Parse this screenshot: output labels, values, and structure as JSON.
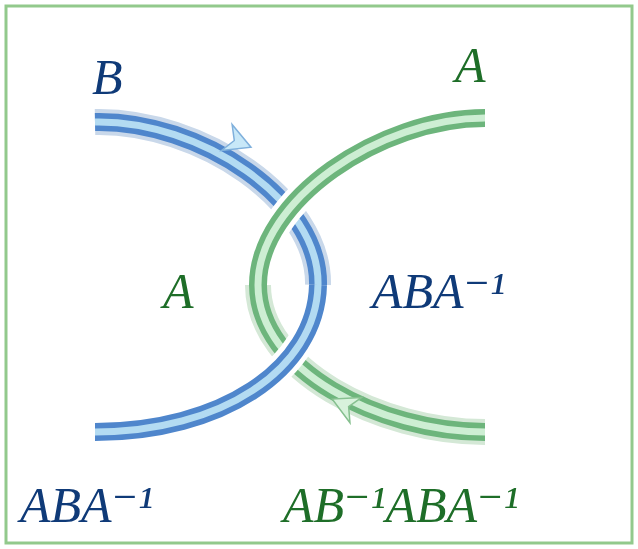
{
  "diagram": {
    "labels": [
      "B",
      "A",
      "A",
      "ABA⁻¹",
      "ABA⁻¹",
      "AB⁻¹ABA⁻¹"
    ]
  }
}
